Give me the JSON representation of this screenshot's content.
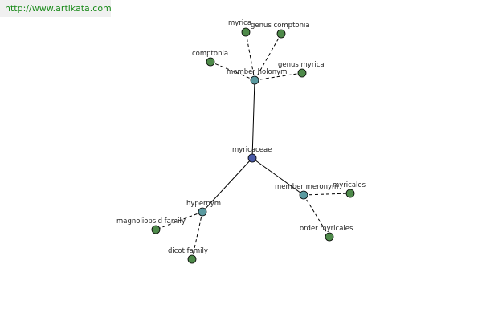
{
  "site_url": "http://www.artikata.com",
  "colors": {
    "center": "#4a5aa8",
    "relation": "#5a9aa0",
    "leaf": "#4e8a4a",
    "url_text": "#1a8a1a"
  },
  "nodes": {
    "myricaceae": "myricaceae",
    "member_holonym": "member holonym",
    "myrica": "myrica",
    "genus_comptonia": "genus comptonia",
    "comptonia": "comptonia",
    "genus_myrica": "genus myrica",
    "member_meronym": "member meronym",
    "myricales": "myricales",
    "order_myricales": "order myricales",
    "hypernym": "hypernym",
    "magnoliopsid_family": "magnoliopsid family",
    "dicot_family": "dicot family"
  }
}
